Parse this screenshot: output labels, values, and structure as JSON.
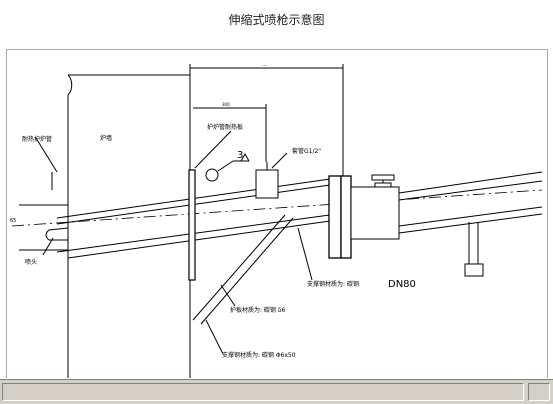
{
  "title": "伸缩式喷枪示意图",
  "labels": {
    "furnace_wall": "炉墙",
    "refractory_sleeve": "耐热护炉管",
    "nozzle": "喷头",
    "wall_tube_ring": "护炉管耐热板",
    "inlet_connector": "套管G1/2\"",
    "sleeve_material": "支撑钢材质为:  碳钢",
    "flange_size": "DN80",
    "rib_material": "护板材质为:  碳钢  δ6",
    "brace_material": "支撑钢材质为:  碳钢  Φ6x50",
    "weld_symbol": "3",
    "dim_top": "...",
    "dim_inner": "300",
    "dim_left": "65"
  }
}
